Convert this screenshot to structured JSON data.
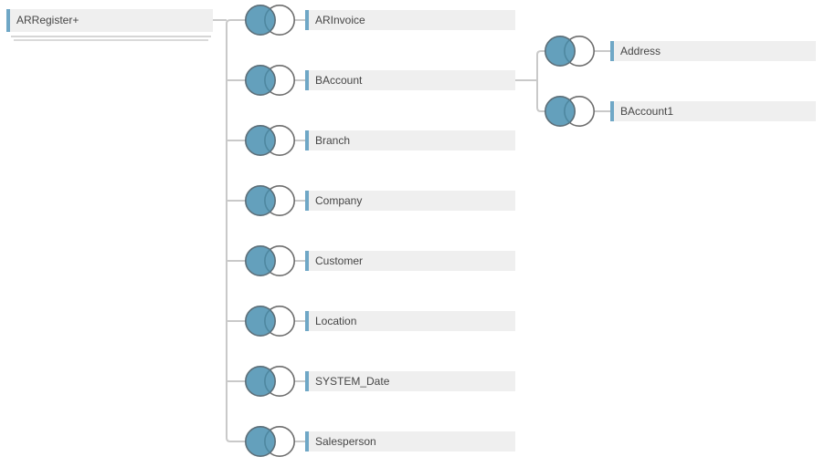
{
  "diagram": {
    "root": {
      "label": "ARRegister+",
      "type": "union-table"
    },
    "tables": [
      {
        "label": "ARInvoice",
        "join_type": "left",
        "children": []
      },
      {
        "label": "BAccount",
        "join_type": "left",
        "children": [
          {
            "label": "Address",
            "join_type": "left"
          },
          {
            "label": "BAccount1",
            "join_type": "left"
          }
        ]
      },
      {
        "label": "Branch",
        "join_type": "left",
        "children": []
      },
      {
        "label": "Company",
        "join_type": "left",
        "children": []
      },
      {
        "label": "Customer",
        "join_type": "left",
        "children": []
      },
      {
        "label": "Location",
        "join_type": "left",
        "children": []
      },
      {
        "label": "SYSTEM_Date",
        "join_type": "left",
        "children": []
      },
      {
        "label": "Salesperson",
        "join_type": "left",
        "children": []
      }
    ],
    "colors": {
      "box_bg": "#EFEFEF",
      "accent": "#6FA7C6",
      "text": "#464646",
      "connector": "#C9C9C9",
      "join_fill": "#64A0BC",
      "join_left_stroke": "#5C6E78",
      "join_right_stroke": "#6E6E6E",
      "join_overlap_stroke": "#4E87A0",
      "union_stack": "#D6D6D6"
    }
  }
}
